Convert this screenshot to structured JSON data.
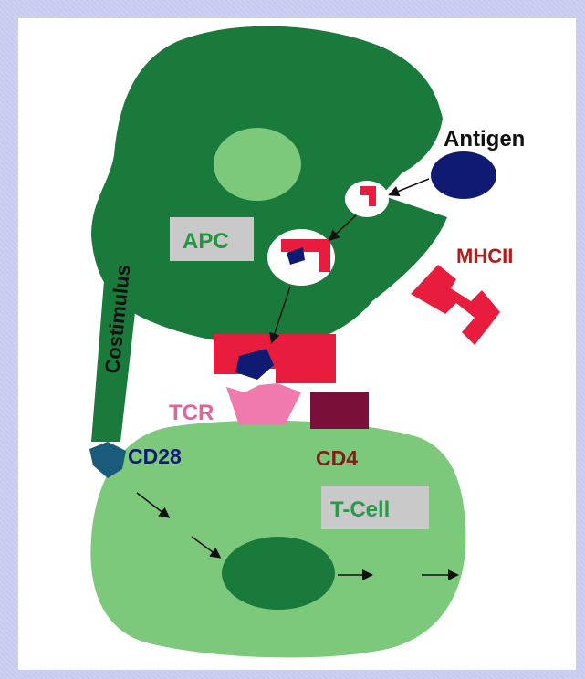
{
  "colors": {
    "apc_green": "#1a7a3c",
    "tcell_green": "#7cc97c",
    "mhc_red": "#e81c3c",
    "tcr_pink": "#f07aae",
    "cd4_maroon": "#7a0f3a",
    "antigen_navy": "#0f1a73",
    "label_box": "#c9c9c9"
  },
  "labels": {
    "antigen": "Antigen",
    "apc": "APC",
    "mhcii": "MHCII",
    "costimulus": "Costimulus",
    "tcr": "TCR",
    "cd28": "CD28",
    "cd4": "CD4",
    "tcell": "T-Cell"
  }
}
